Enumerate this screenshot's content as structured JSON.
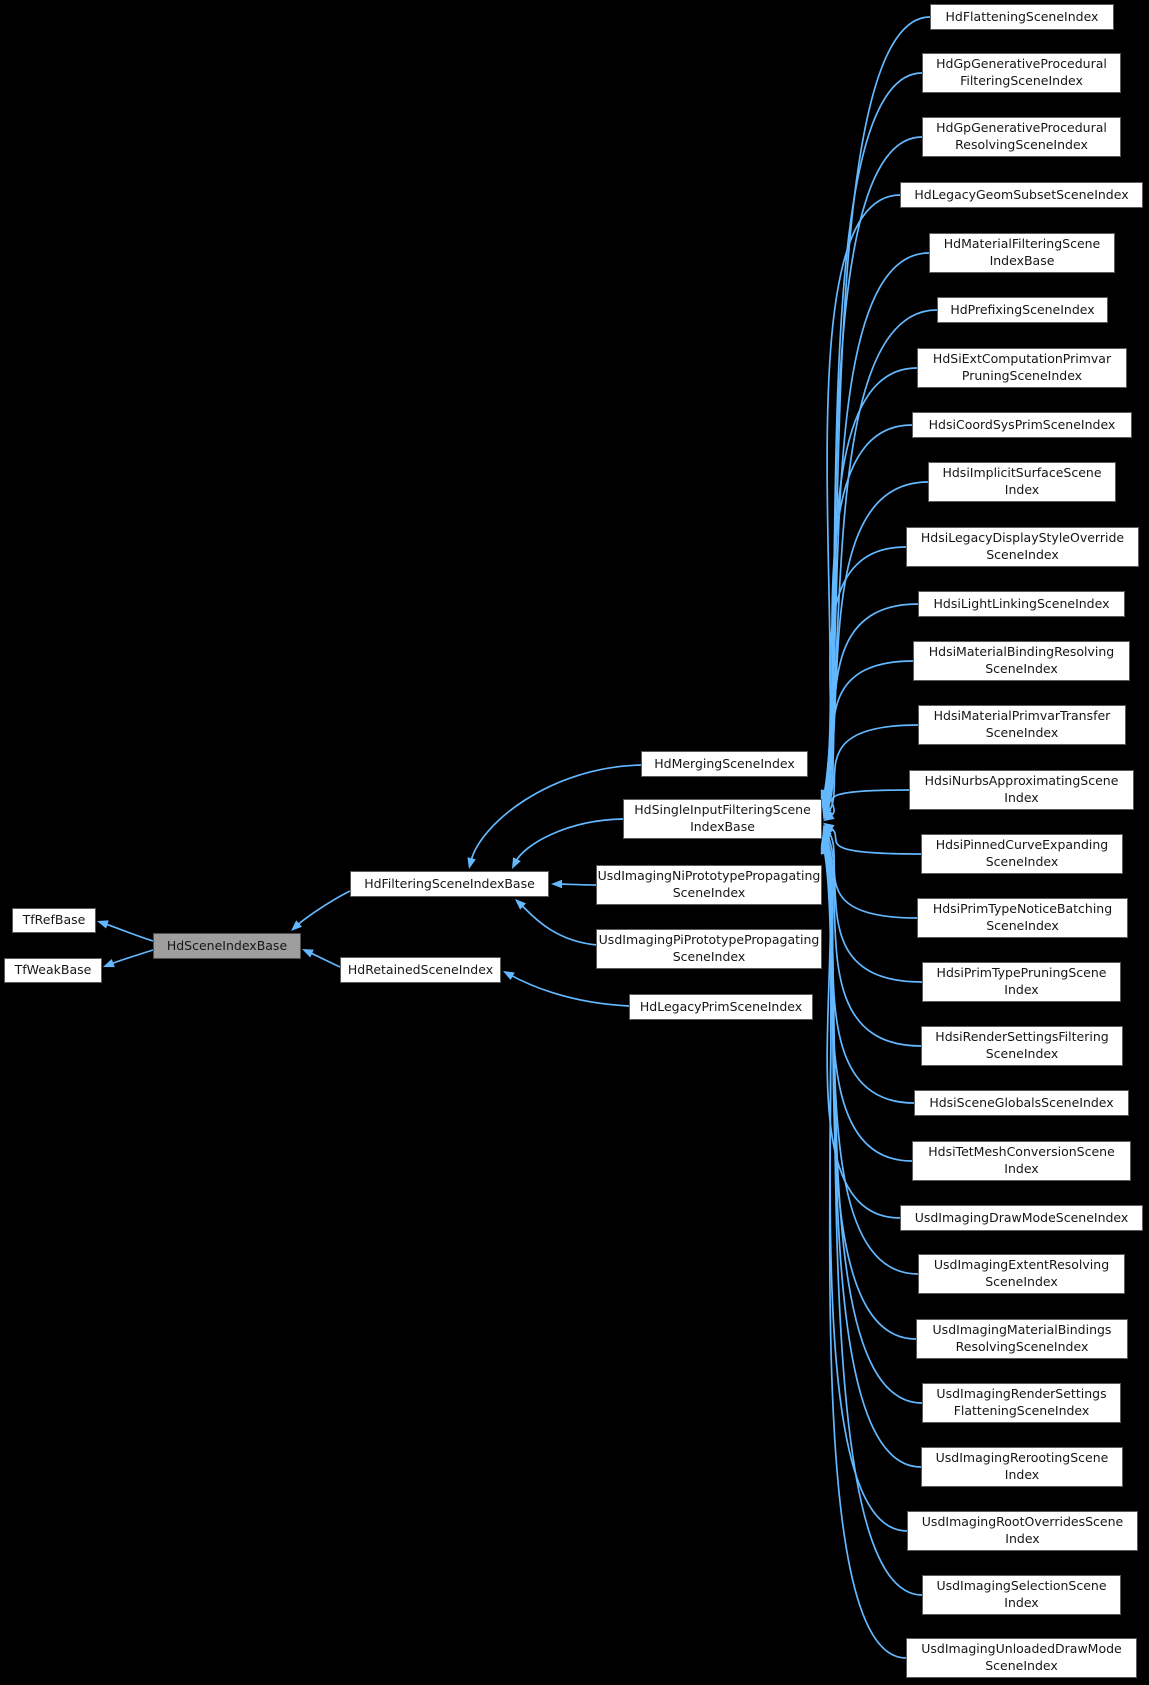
{
  "diagram": {
    "type": "class-inheritance-graph",
    "highlighted_class": "HdSceneIndexBase"
  },
  "colors": {
    "background": "#000000",
    "edge": "#63b8ff",
    "node_fill": "#ffffff",
    "node_border": "#5a5a5a",
    "highlight_fill": "#9e9e9e",
    "highlight_border": "#4e4e4e",
    "text": "#161616"
  },
  "nodes": [
    {
      "id": "TfRefBase",
      "label": "TfRefBase",
      "parents": []
    },
    {
      "id": "TfWeakBase",
      "label": "TfWeakBase",
      "parents": []
    },
    {
      "id": "HdSceneIndexBase",
      "label": "HdSceneIndexBase",
      "highlight": true,
      "parents": [
        "TfRefBase",
        "TfWeakBase"
      ]
    },
    {
      "id": "HdFilteringSceneIndexBase",
      "label": "HdFilteringSceneIndexBase",
      "parents": [
        "HdSceneIndexBase"
      ]
    },
    {
      "id": "HdRetainedSceneIndex",
      "label": "HdRetainedSceneIndex",
      "parents": [
        "HdSceneIndexBase"
      ]
    },
    {
      "id": "HdMergingSceneIndex",
      "label": "HdMergingSceneIndex",
      "parents": [
        "HdFilteringSceneIndexBase"
      ]
    },
    {
      "id": "HdSingleInputFilteringSceneIndexBase",
      "label": "HdSingleInputFilteringScene\nIndexBase",
      "parents": [
        "HdFilteringSceneIndexBase"
      ]
    },
    {
      "id": "UsdImagingNiPrototypePropagatingSceneIndex",
      "label": "UsdImagingNiPrototypePropagating\nSceneIndex",
      "parents": [
        "HdFilteringSceneIndexBase"
      ]
    },
    {
      "id": "UsdImagingPiPrototypePropagatingSceneIndex",
      "label": "UsdImagingPiPrototypePropagating\nSceneIndex",
      "parents": [
        "HdFilteringSceneIndexBase"
      ]
    },
    {
      "id": "HdLegacyPrimSceneIndex",
      "label": "HdLegacyPrimSceneIndex",
      "parents": [
        "HdRetainedSceneIndex"
      ]
    },
    {
      "id": "HdFlatteningSceneIndex",
      "label": "HdFlatteningSceneIndex",
      "parents": [
        "HdSingleInputFilteringSceneIndexBase"
      ]
    },
    {
      "id": "HdGpGenerativeProceduralFilteringSceneIndex",
      "label": "HdGpGenerativeProcedural\nFilteringSceneIndex",
      "parents": [
        "HdSingleInputFilteringSceneIndexBase"
      ]
    },
    {
      "id": "HdGpGenerativeProceduralResolvingSceneIndex",
      "label": "HdGpGenerativeProcedural\nResolvingSceneIndex",
      "parents": [
        "HdSingleInputFilteringSceneIndexBase"
      ]
    },
    {
      "id": "HdLegacyGeomSubsetSceneIndex",
      "label": "HdLegacyGeomSubsetSceneIndex",
      "parents": [
        "HdSingleInputFilteringSceneIndexBase"
      ]
    },
    {
      "id": "HdMaterialFilteringSceneIndexBase",
      "label": "HdMaterialFilteringScene\nIndexBase",
      "parents": [
        "HdSingleInputFilteringSceneIndexBase"
      ]
    },
    {
      "id": "HdPrefixingSceneIndex",
      "label": "HdPrefixingSceneIndex",
      "parents": [
        "HdSingleInputFilteringSceneIndexBase"
      ]
    },
    {
      "id": "HdSiExtComputationPrimvarPruningSceneIndex",
      "label": "HdSiExtComputationPrimvar\nPruningSceneIndex",
      "parents": [
        "HdSingleInputFilteringSceneIndexBase"
      ]
    },
    {
      "id": "HdsiCoordSysPrimSceneIndex",
      "label": "HdsiCoordSysPrimSceneIndex",
      "parents": [
        "HdSingleInputFilteringSceneIndexBase"
      ]
    },
    {
      "id": "HdsiImplicitSurfaceSceneIndex",
      "label": "HdsiImplicitSurfaceScene\nIndex",
      "parents": [
        "HdSingleInputFilteringSceneIndexBase"
      ]
    },
    {
      "id": "HdsiLegacyDisplayStyleOverrideSceneIndex",
      "label": "HdsiLegacyDisplayStyleOverride\nSceneIndex",
      "parents": [
        "HdSingleInputFilteringSceneIndexBase"
      ]
    },
    {
      "id": "HdsiLightLinkingSceneIndex",
      "label": "HdsiLightLinkingSceneIndex",
      "parents": [
        "HdSingleInputFilteringSceneIndexBase"
      ]
    },
    {
      "id": "HdsiMaterialBindingResolvingSceneIndex",
      "label": "HdsiMaterialBindingResolving\nSceneIndex",
      "parents": [
        "HdSingleInputFilteringSceneIndexBase"
      ]
    },
    {
      "id": "HdsiMaterialPrimvarTransferSceneIndex",
      "label": "HdsiMaterialPrimvarTransfer\nSceneIndex",
      "parents": [
        "HdSingleInputFilteringSceneIndexBase"
      ]
    },
    {
      "id": "HdsiNurbsApproximatingSceneIndex",
      "label": "HdsiNurbsApproximatingScene\nIndex",
      "parents": [
        "HdSingleInputFilteringSceneIndexBase"
      ]
    },
    {
      "id": "HdsiPinnedCurveExpandingSceneIndex",
      "label": "HdsiPinnedCurveExpanding\nSceneIndex",
      "parents": [
        "HdSingleInputFilteringSceneIndexBase"
      ]
    },
    {
      "id": "HdsiPrimTypeNoticeBatchingSceneIndex",
      "label": "HdsiPrimTypeNoticeBatching\nSceneIndex",
      "parents": [
        "HdSingleInputFilteringSceneIndexBase"
      ]
    },
    {
      "id": "HdsiPrimTypePruningSceneIndex",
      "label": "HdsiPrimTypePruningScene\nIndex",
      "parents": [
        "HdSingleInputFilteringSceneIndexBase"
      ]
    },
    {
      "id": "HdsiRenderSettingsFilteringSceneIndex",
      "label": "HdsiRenderSettingsFiltering\nSceneIndex",
      "parents": [
        "HdSingleInputFilteringSceneIndexBase"
      ]
    },
    {
      "id": "HdsiSceneGlobalsSceneIndex",
      "label": "HdsiSceneGlobalsSceneIndex",
      "parents": [
        "HdSingleInputFilteringSceneIndexBase"
      ]
    },
    {
      "id": "HdsiTetMeshConversionSceneIndex",
      "label": "HdsiTetMeshConversionScene\nIndex",
      "parents": [
        "HdSingleInputFilteringSceneIndexBase"
      ]
    },
    {
      "id": "UsdImagingDrawModeSceneIndex",
      "label": "UsdImagingDrawModeSceneIndex",
      "parents": [
        "HdSingleInputFilteringSceneIndexBase"
      ]
    },
    {
      "id": "UsdImagingExtentResolvingSceneIndex",
      "label": "UsdImagingExtentResolving\nSceneIndex",
      "parents": [
        "HdSingleInputFilteringSceneIndexBase"
      ]
    },
    {
      "id": "UsdImagingMaterialBindingsResolvingSceneIndex",
      "label": "UsdImagingMaterialBindings\nResolvingSceneIndex",
      "parents": [
        "HdSingleInputFilteringSceneIndexBase"
      ]
    },
    {
      "id": "UsdImagingRenderSettingsFlatteningSceneIndex",
      "label": "UsdImagingRenderSettings\nFlatteningSceneIndex",
      "parents": [
        "HdSingleInputFilteringSceneIndexBase"
      ]
    },
    {
      "id": "UsdImagingRerootingSceneIndex",
      "label": "UsdImagingRerootingScene\nIndex",
      "parents": [
        "HdSingleInputFilteringSceneIndexBase"
      ]
    },
    {
      "id": "UsdImagingRootOverridesSceneIndex",
      "label": "UsdImagingRootOverridesScene\nIndex",
      "parents": [
        "HdSingleInputFilteringSceneIndexBase"
      ]
    },
    {
      "id": "UsdImagingSelectionSceneIndex",
      "label": "UsdImagingSelectionScene\nIndex",
      "parents": [
        "HdSingleInputFilteringSceneIndexBase"
      ]
    },
    {
      "id": "UsdImagingUnloadedDrawModeSceneIndex",
      "label": "UsdImagingUnloadedDrawMode\nSceneIndex",
      "parents": [
        "HdSingleInputFilteringSceneIndexBase"
      ]
    }
  ]
}
